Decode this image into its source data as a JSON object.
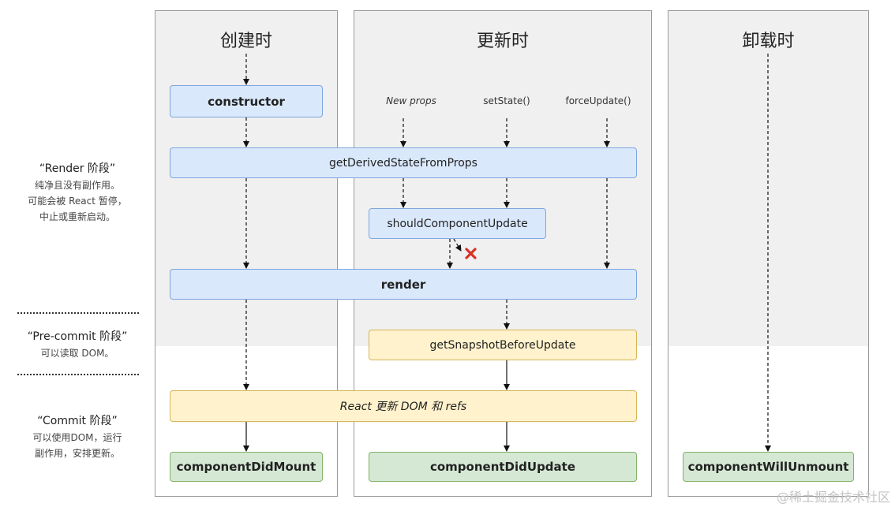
{
  "columns": {
    "mount": "创建时",
    "update": "更新时",
    "unmount": "卸载时"
  },
  "phases": {
    "render": {
      "title": "“Render 阶段”",
      "desc": [
        "纯净且没有副作用。",
        "可能会被 React 暂停，",
        "中止或重新启动。"
      ]
    },
    "precommit": {
      "title": "“Pre-commit 阶段”",
      "desc": [
        "可以读取 DOM。"
      ]
    },
    "commit": {
      "title": "“Commit 阶段”",
      "desc": [
        "可以使用DOM，运行",
        "副作用，安排更新。"
      ]
    }
  },
  "triggers": {
    "new_props": "New props",
    "set_state": "setState()",
    "force_update": "forceUpdate()"
  },
  "nodes": {
    "constructor": "constructor",
    "get_derived": "getDerivedStateFromProps",
    "should_update": "shouldComponentUpdate",
    "render": "render",
    "get_snapshot": "getSnapshotBeforeUpdate",
    "react_update_dom": "React 更新 DOM 和 refs",
    "did_mount": "componentDidMount",
    "did_update": "componentDidUpdate",
    "will_unmount": "componentWillUnmount"
  },
  "icons": {
    "cancel": "red-x-icon"
  },
  "colors": {
    "render_phase": "#dae8fc",
    "precommit_phase": "#fff2cc",
    "commit_phase": "#d5e8d4",
    "cancel": "#d93025"
  },
  "watermark": "@稀土掘金技术社区"
}
